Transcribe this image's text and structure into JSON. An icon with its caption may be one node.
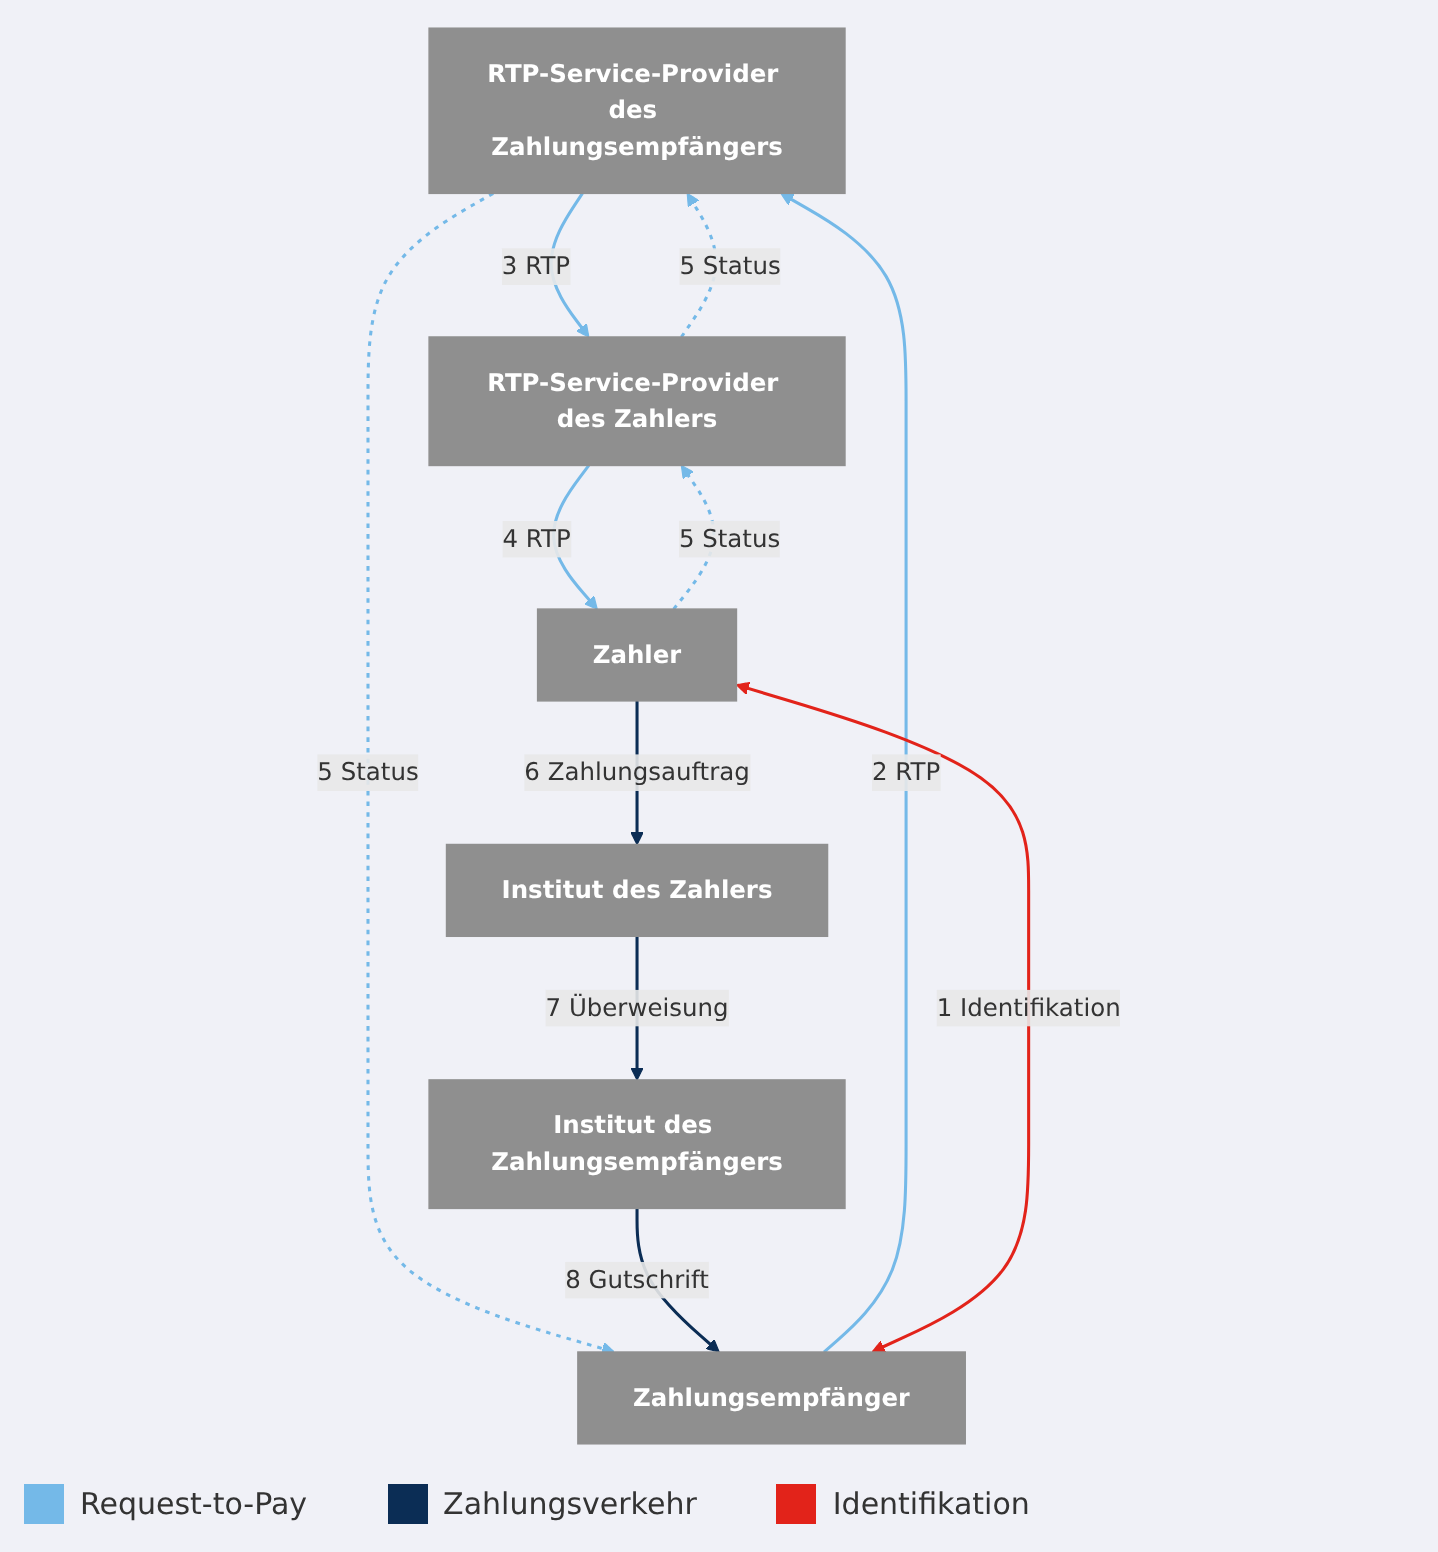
{
  "diagram": {
    "nodes": [
      {
        "text": [
          "RTP-Service-Provider des Zahlungsempfängers"
        ]
      },
      {
        "text": [
          "RTP-Service-Provider des Zahlers"
        ]
      },
      {
        "text": [
          "Zahlungsempfänger"
        ]
      },
      {
        "text": [
          "Zahler"
        ]
      },
      {
        "text": [
          "Institut des Zahlungsempfängers"
        ]
      },
      {
        "text": [
          "Institut des Zahlers"
        ]
      }
    ],
    "edges": [
      {
        "from": 0,
        "to": 1,
        "arrow": "to",
        "label": "3 RTP"
      },
      {
        "from": 1,
        "to": 0,
        "arrow": "to",
        "label": "5 Status",
        "style": "dashed"
      },
      {
        "from": 2,
        "to": 0,
        "arrow": "to",
        "label": "2 RTP"
      },
      {
        "from": 0,
        "to": 2,
        "arrow": "to",
        "label": "5 Status",
        "style": "dashed"
      },
      {
        "from": 1,
        "to": 3,
        "arrow": "to",
        "label": "4 RTP"
      },
      {
        "from": 3,
        "to": 1,
        "arrow": "to",
        "label": "5 Status",
        "style": "dashed"
      },
      {
        "from": 2,
        "to": 3,
        "arrow": "both",
        "label": "1 Identifikation",
        "color": "#e2231a"
      },
      {
        "from": 3,
        "to": 5,
        "arrow": "to",
        "label": "6 Zahlungsauftrag",
        "color": "#0b2d55"
      },
      {
        "from": 5,
        "to": 4,
        "arrow": "to",
        "label": "7 Überweisung",
        "color": "#0b2d55"
      },
      {
        "from": 4,
        "to": 2,
        "arrow": "to",
        "label": "8 Gutschrift",
        "color": "#0b2d55"
      }
    ],
    "legend": [
      {
        "text": "Request-to-Pay",
        "color": "#74b9e8"
      },
      {
        "text": "Zahlungsverkehr",
        "color": "#0b2d55"
      },
      {
        "text": "Identifikation",
        "color": "#e2231a"
      }
    ]
  }
}
